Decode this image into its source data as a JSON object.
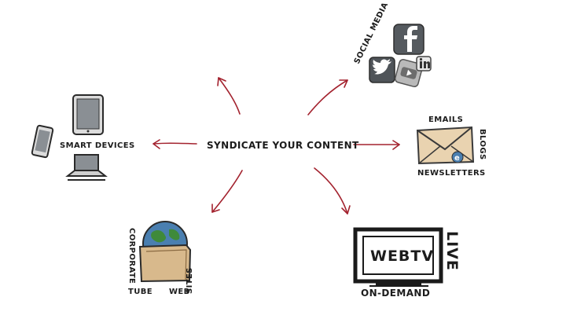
{
  "center": {
    "label": "SYNDICATE YOUR CONTENT"
  },
  "left": {
    "label": "SMART DEVICES"
  },
  "social": {
    "label": "SOCIAL MEDIA"
  },
  "mail": {
    "top": "EMAILS",
    "side": "BLOGS",
    "bottom": "NEWSLETTERS"
  },
  "web": {
    "side": "CORPORATE",
    "bottom_left": "TUBE",
    "bottom_right": "WEB",
    "right": "SITES"
  },
  "tv": {
    "screen": "WEBTV",
    "side": "LIVE",
    "bottom": "ON-DEMAND"
  },
  "colors": {
    "arrow": "#a3222e",
    "envelope": "#e9d3b0",
    "folder": "#d8b98c",
    "globe_sea": "#4a7fb0",
    "globe_land": "#3f8a3a"
  }
}
